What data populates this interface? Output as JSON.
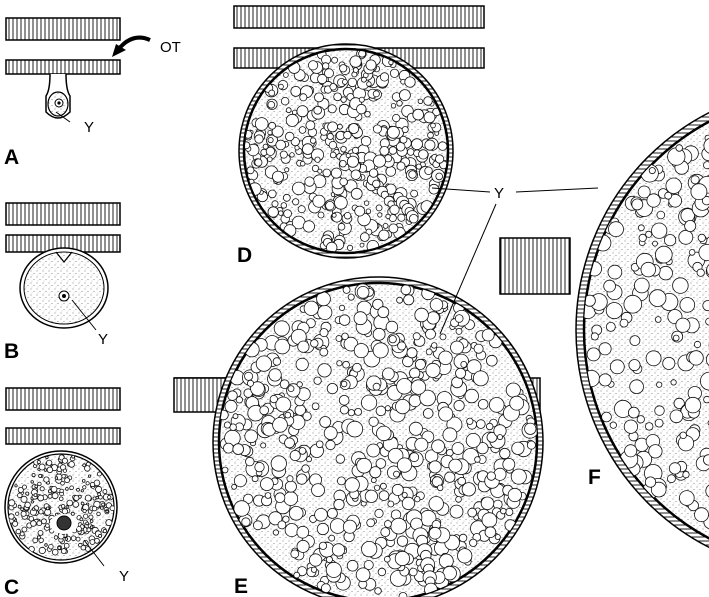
{
  "figure": {
    "panels": [
      {
        "letter": "A"
      },
      {
        "letter": "B"
      },
      {
        "letter": "C"
      },
      {
        "letter": "D"
      },
      {
        "letter": "E"
      },
      {
        "letter": "F"
      }
    ],
    "labels": {
      "ot": "OT",
      "y": "Y"
    }
  }
}
